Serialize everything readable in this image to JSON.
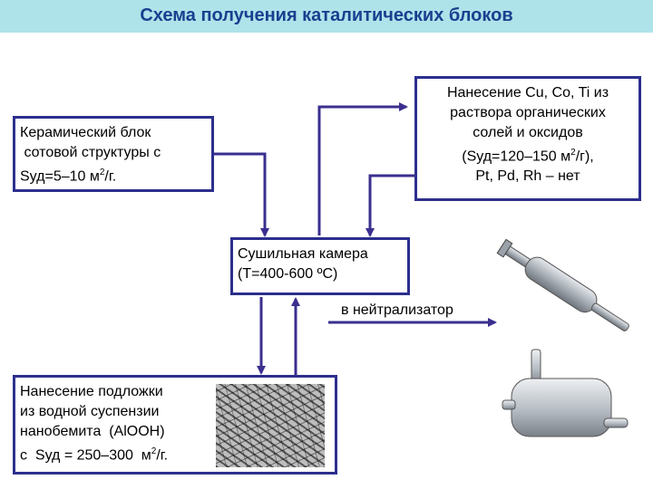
{
  "title": "Схема получения каталитических блоков",
  "ceramic": {
    "line1": "Керамический блок",
    "line2": " сотовой структуры с",
    "line3_pre": "Sуд=5–10 м",
    "line3_sup": "2",
    "line3_post": "/г."
  },
  "deposition": {
    "line1": "Нанесение Cu, Co, Ti из",
    "line2": "раствора органических",
    "line3": "солей и оксидов",
    "line4_pre": "(Sуд=120–150 м",
    "line4_sup": "2",
    "line4_post": "/г),",
    "line5": "Pt, Pd, Rh – нет"
  },
  "dryer": {
    "line1": "Сушильная камера",
    "line2": "(T=400-600 ºC)"
  },
  "to_neutralizer": "в нейтрализатор",
  "substrate": {
    "line1": "Нанесение подложки",
    "line2": "из водной суспензии",
    "line3": "нанобемита  (AlOOH)",
    "line4_pre": "с  Sуд = 250–300  м",
    "line4_sup": "2",
    "line4_post": "/г."
  },
  "colors": {
    "title_bg": "#aee3ea",
    "title_text": "#1a3f8f",
    "border": "#2c2f8c",
    "arrow": "#3a2f8f"
  }
}
